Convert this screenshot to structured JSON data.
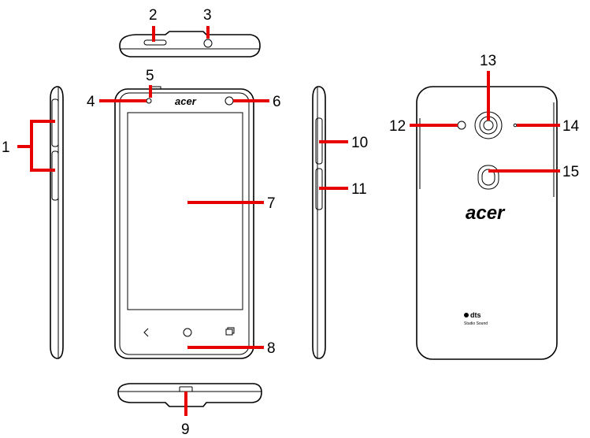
{
  "colors": {
    "callout": "#e60000",
    "outline": "#000000",
    "background": "#ffffff"
  },
  "brand": {
    "logo": "acer",
    "audio_badge": "dts",
    "audio_badge_sub": "Studio Sound"
  },
  "callouts": [
    "1",
    "2",
    "3",
    "4",
    "5",
    "6",
    "7",
    "8",
    "9",
    "10",
    "11",
    "12",
    "13",
    "14",
    "15"
  ],
  "icons": {
    "nav_back": "back-icon",
    "nav_home": "home-icon",
    "nav_recent": "recent-apps-icon"
  }
}
